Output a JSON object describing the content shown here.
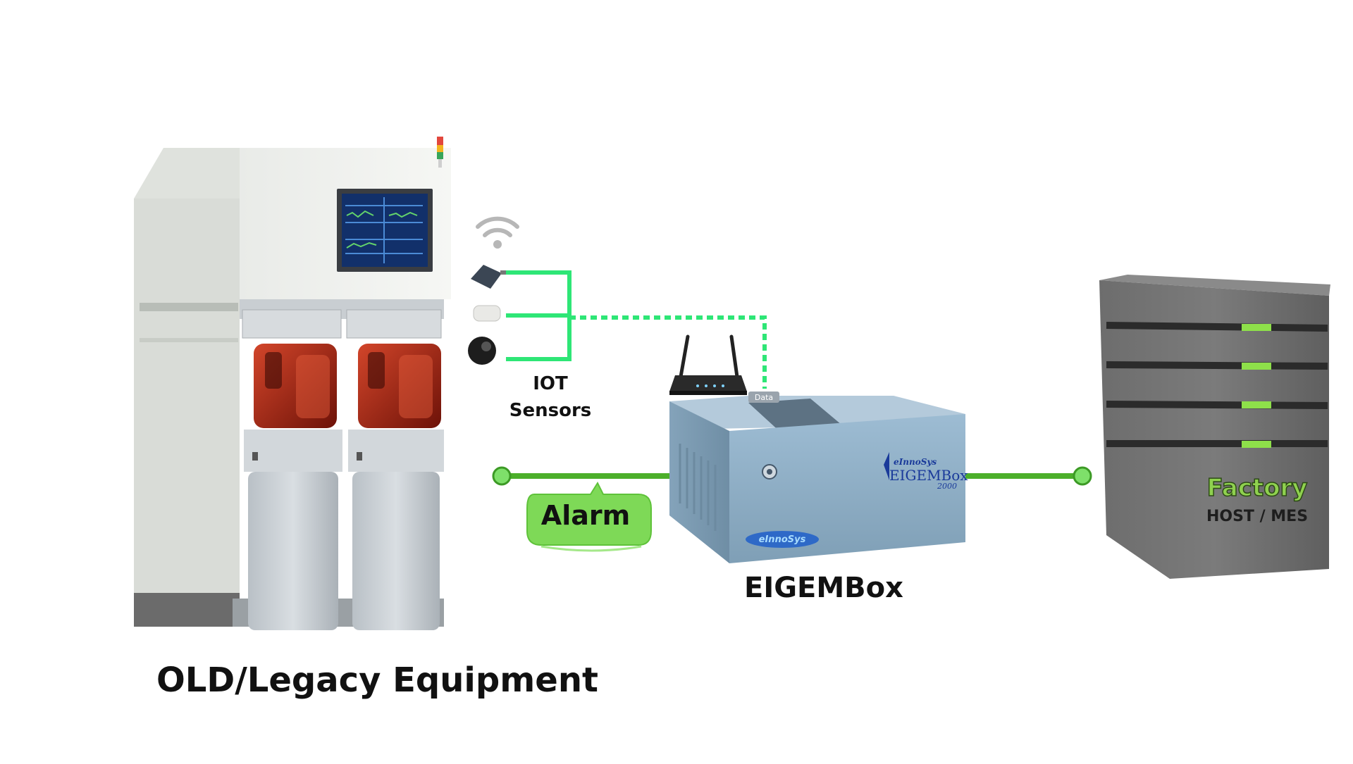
{
  "labels": {
    "equipment": "OLD/Legacy Equipment",
    "iot_line1": "IOT",
    "iot_line2": "Sensors",
    "eigembox": "EIGEMBox",
    "alarm": "Alarm",
    "data_tag": "Data"
  },
  "box_branding": {
    "brand": "eInnoSys",
    "model": "EIGEMBox",
    "model_number": "2000",
    "side_logo": "eInnoSys"
  },
  "server": {
    "line1": "Factory",
    "line2": "HOST / MES"
  },
  "colors": {
    "connector_green": "#2ee676",
    "link_green": "#4caf2a",
    "alarm_bubble": "#7ed957",
    "server_text_green": "#8fd14f",
    "server_led": "#8ee04a",
    "box_blue": "#8fb0c8"
  },
  "icons": [
    "wifi-icon",
    "router-icon",
    "sensor-icon"
  ]
}
